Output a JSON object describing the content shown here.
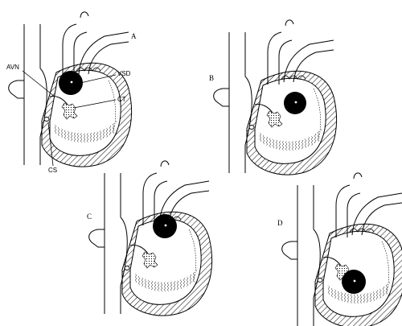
{
  "panels": [
    {
      "id": "A",
      "letter": "A",
      "vsd_position": "high-posterior",
      "ct_visible": true
    },
    {
      "id": "B",
      "letter": "B",
      "vsd_position": "mid-posterior",
      "ct_visible": true
    },
    {
      "id": "C",
      "letter": "C",
      "vsd_position": "high-anterior",
      "ct_visible": true
    },
    {
      "id": "D",
      "letter": "D",
      "vsd_position": "low-posterior",
      "ct_visible": true
    }
  ],
  "labels": {
    "avn": "AVN",
    "vsd": "VSD",
    "ct": "CT",
    "cs": "CS"
  },
  "colors": {
    "ink": "#000000",
    "paper": "#ffffff",
    "hatch": "#000000"
  }
}
